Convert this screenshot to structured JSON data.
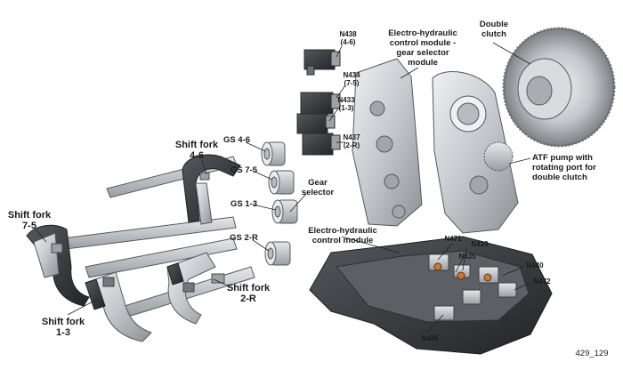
{
  "labels": {
    "shift_fork_46": [
      "Shift fork",
      "4-6"
    ],
    "shift_fork_75": [
      "Shift fork",
      "7-5"
    ],
    "shift_fork_13": [
      "Shift fork",
      "1-3"
    ],
    "shift_fork_2r": [
      "Shift fork",
      "2-R"
    ],
    "gs_46": "GS 4-6",
    "gs_75": "GS 7-5",
    "gs_13": "GS 1-3",
    "gs_2r": "GS 2-R",
    "gear_selector": [
      "Gear",
      "selector"
    ],
    "n438": [
      "N438",
      "(4-6)"
    ],
    "n434": [
      "N434",
      "(7-5)"
    ],
    "n433": [
      "N433",
      "(1-3)"
    ],
    "n437": [
      "N437",
      "(2-R)"
    ],
    "ehcm_gear_selector": [
      "Electro-hydraulic",
      "control module -",
      "gear selector",
      "module"
    ],
    "double_clutch": [
      "Double",
      "clutch"
    ],
    "atf_pump": [
      "ATF pump with",
      "rotating port for",
      "double clutch"
    ],
    "ehcm": [
      "Electro-hydraulic",
      "control module"
    ],
    "n471": "N471",
    "n439": "N439",
    "n435": "N435",
    "n440": "N440",
    "n472": "N472",
    "n436": "N436",
    "figure_id": "429_129"
  },
  "colors": {
    "metal_light": "#d9dcdf",
    "metal_mid": "#a9adb2",
    "metal_dark": "#5b5f64",
    "black_part": "#2b2d30",
    "leader": "#222222"
  }
}
